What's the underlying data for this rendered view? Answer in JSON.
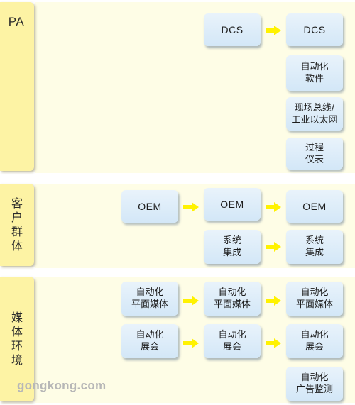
{
  "sections": [
    {
      "label": "PA"
    },
    {
      "label": "客户群体"
    },
    {
      "label": "媒体环境"
    }
  ],
  "pa": {
    "dcs_left": "DCS",
    "dcs_right": "DCS",
    "automation_software": "自动化\n软件",
    "fieldbus": "现场总线/\n工业以太网",
    "instruments": "过程\n仪表"
  },
  "customers": {
    "oem_1": "OEM",
    "oem_2": "OEM",
    "oem_3": "OEM",
    "si_left": "系统\n集成",
    "si_right": "系统\n集成"
  },
  "media": {
    "flat_media_1": "自动化\n平面媒体",
    "flat_media_2": "自动化\n平面媒体",
    "flat_media_3": "自动化\n平面媒体",
    "expo_1": "自动化\n展会",
    "expo_2": "自动化\n展会",
    "expo_3": "自动化\n展会",
    "ad_monitoring": "自动化\n广告监测"
  },
  "watermark": "gongkong.com",
  "colors": {
    "panel": "#fefde6",
    "tab": "#fdf3a4",
    "box": "#d3e7f7",
    "arrow": "#fff200"
  }
}
